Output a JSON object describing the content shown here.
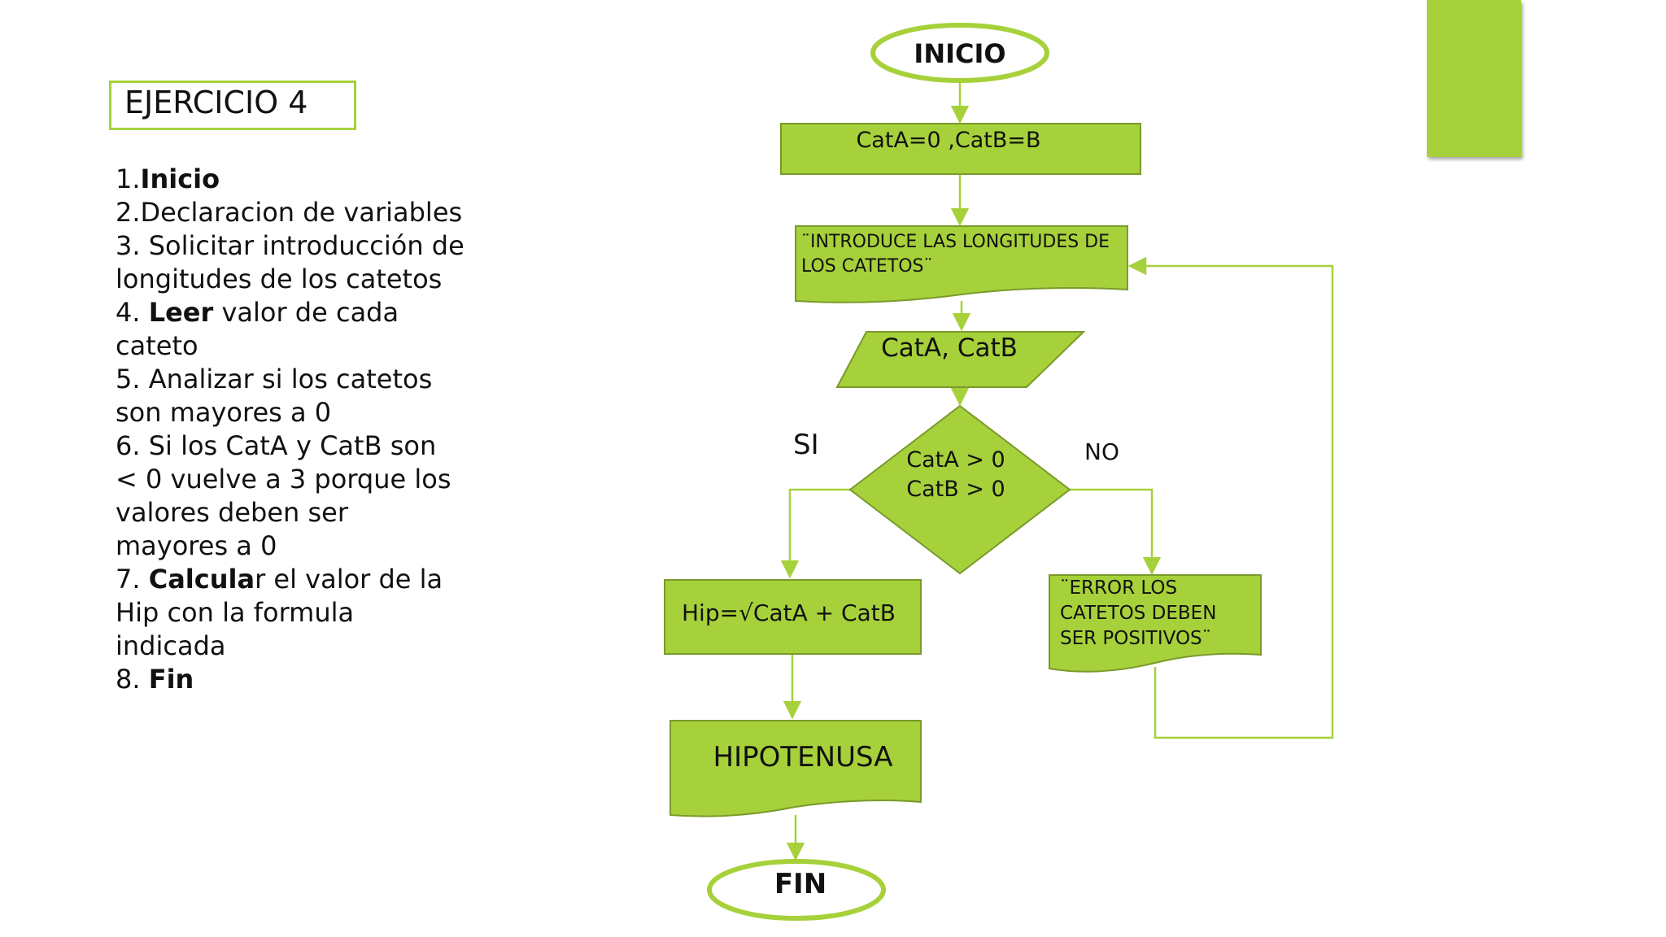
{
  "title": "EJERCICIO 4",
  "steps": [
    {
      "pre": "1.",
      "bold": "Inicio",
      "post": ""
    },
    {
      "pre": "2.Declaracion de variables",
      "bold": "",
      "post": ""
    },
    {
      "pre": "3. Solicitar introducción de longitudes de los catetos",
      "bold": "",
      "post": ""
    },
    {
      "pre": "4. ",
      "bold": "Leer",
      "post": " valor de cada cateto"
    },
    {
      "pre": "5. Analizar si los catetos son mayores a 0",
      "bold": "",
      "post": ""
    },
    {
      "pre": "6. Si los  CatA y CatB son < 0 vuelve a 3 porque los valores deben ser mayores a 0",
      "bold": "",
      "post": ""
    },
    {
      "pre": "7. ",
      "bold": "Calcula",
      "post": "r el valor de la Hip con la formula indicada"
    },
    {
      "pre": "8. ",
      "bold": "Fin",
      "post": ""
    }
  ],
  "flowchart": {
    "start": "INICIO",
    "init": "CatA=0 ,CatB=B",
    "prompt_line1": "¨INTRODUCE LAS LONGITUDES DE",
    "prompt_line2": "LOS CATETOS¨",
    "input": "CatA, CatB",
    "decision_line1": "CatA > 0",
    "decision_line2": "CatB > 0",
    "yes_label": "SI",
    "no_label": "NO",
    "calc": "Hip=√CatA + CatB",
    "error_line1": "¨ERROR LOS",
    "error_line2": "CATETOS DEBEN",
    "error_line3": "SER POSITIVOS¨",
    "output": "HIPOTENUSA",
    "end": "FIN"
  },
  "colors": {
    "accent": "#a6d13a",
    "accent_dark": "#7a9a2a",
    "connector": "#a6d13a"
  }
}
